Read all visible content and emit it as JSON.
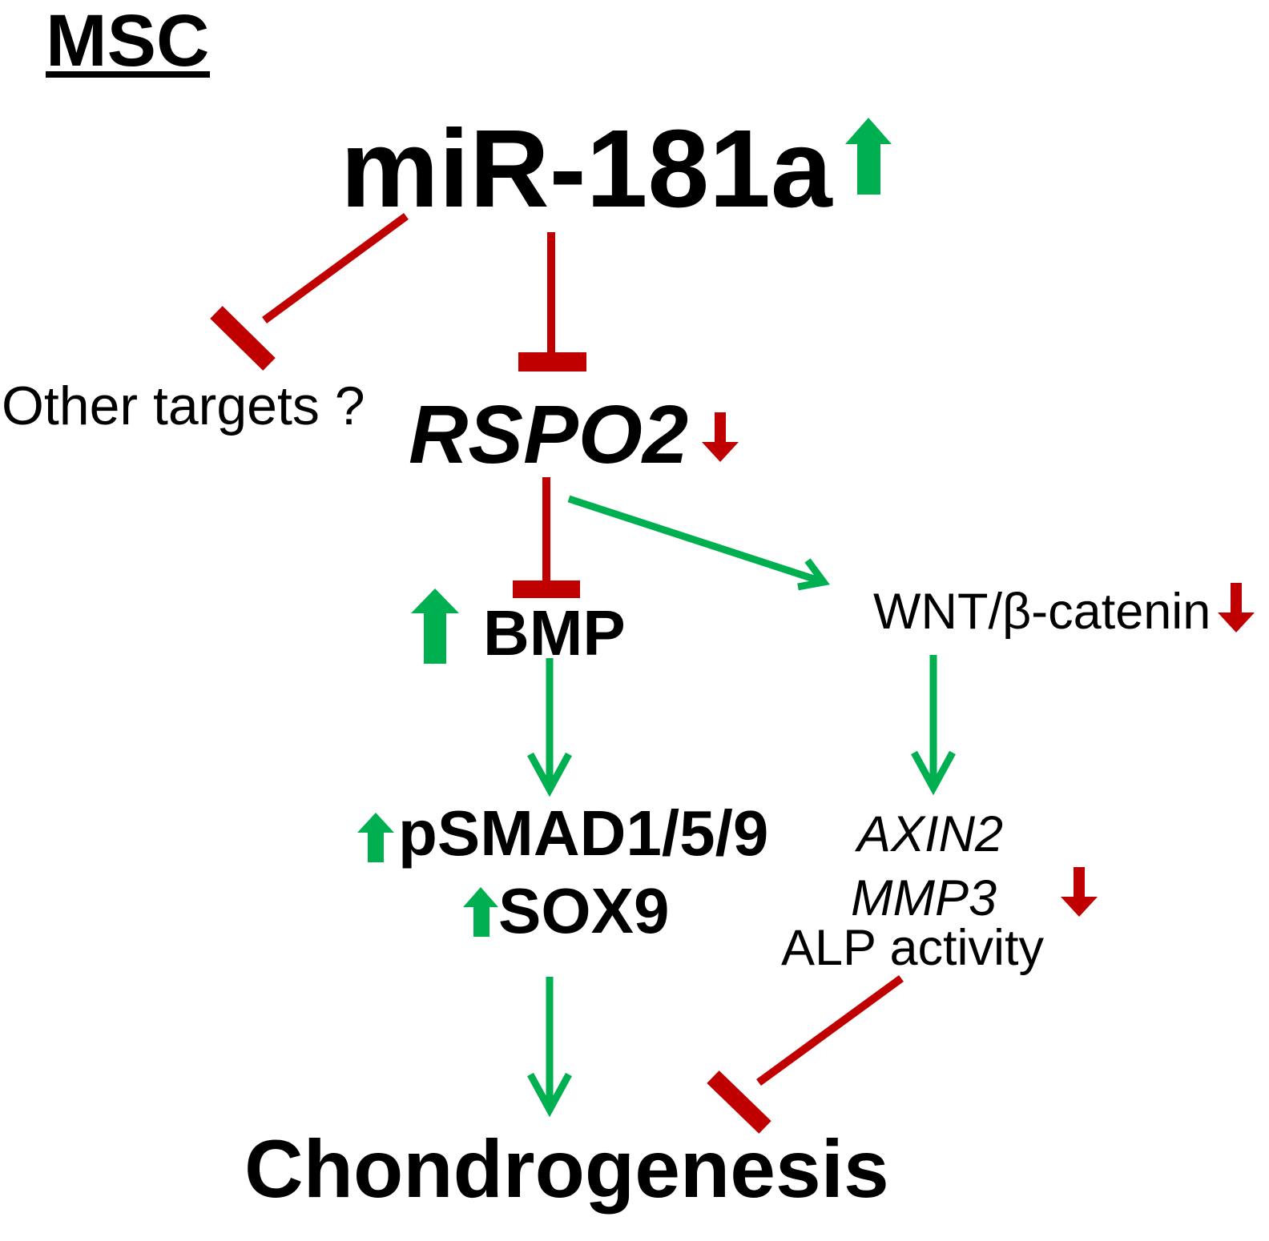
{
  "title": "MSC",
  "nodes": {
    "mir": "miR-181a",
    "other_targets": "Other targets ?",
    "rspo2": "RSPO2",
    "bmp": "BMP",
    "wnt": "WNT/β-catenin",
    "psmad": "pSMAD1/5/9",
    "sox9": "SOX9",
    "axin2": "AXIN2",
    "mmp3": "MMP3",
    "alp": "ALP activity",
    "chondrogenesis": "Chondrogenesis"
  },
  "colors": {
    "activation": "#00b050",
    "inhibition": "#c00000"
  }
}
